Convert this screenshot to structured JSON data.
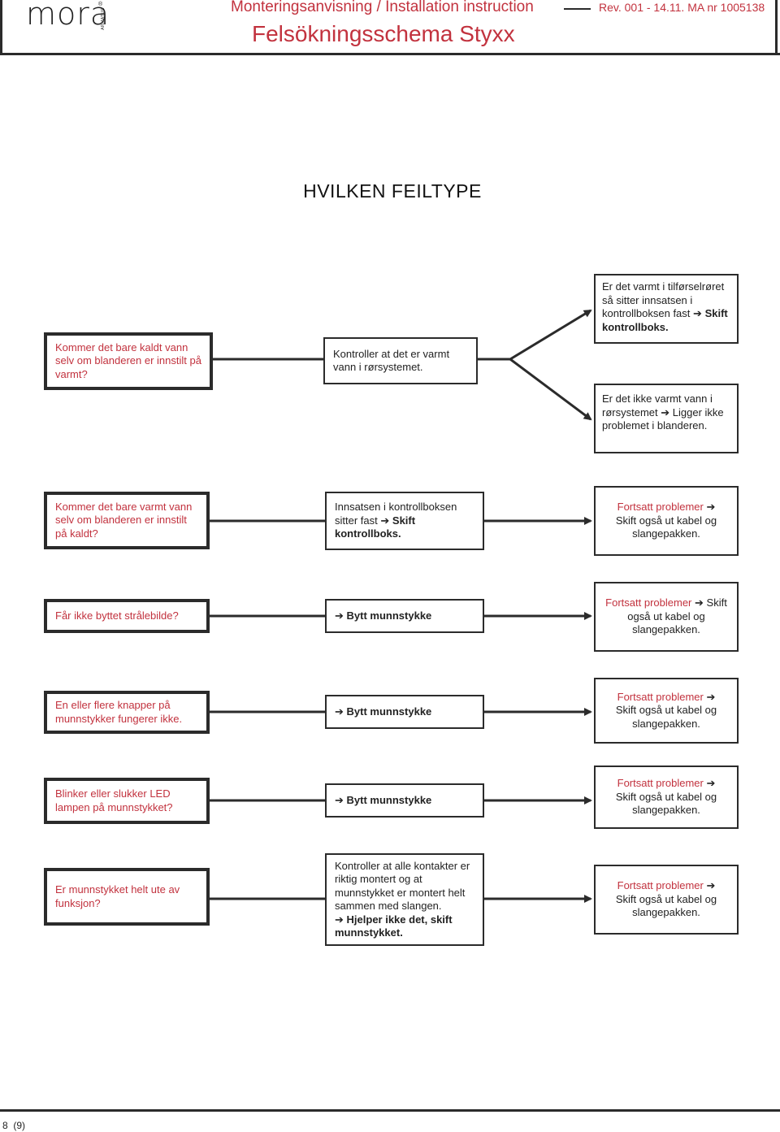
{
  "header": {
    "logo": "mora",
    "logo_sub": "ARMATUR",
    "logo_reg": "®",
    "title": "Monteringsanvisning / Installation instruction",
    "revision": "Rev. 001 - 14.11. MA nr 1005138",
    "subtitle": "Felsökningsschema Styxx"
  },
  "section_title": "HVILKEN FEILTYPE",
  "arrow_glyph": "➔",
  "rows": [
    {
      "question": "Kommer det bare kaldt vann selv om blanderen er innstilt på varmt?",
      "action": "Kontroller at det er varmt vann i rørsystemet.",
      "results": [
        {
          "normal": "Er det varmt i tilførselrøret så sitter innsatsen i kontrollboksen fast",
          "bold": "Skift kontrollboks."
        },
        {
          "normal": "Er det ikke varmt vann i rørsystemet",
          "normal2": "Ligger ikke problemet i blanderen."
        }
      ]
    },
    {
      "question": "Kommer det bare varmt vann selv om blanderen er innstilt på kaldt?",
      "action": "Innsatsen i kontrollboksen sitter fast",
      "action_bold": "Skift kontrollboks.",
      "result_red": "Fortsatt problemer",
      "result_text": "Skift også ut kabel og slangepakken."
    },
    {
      "question": "Får ikke byttet strålebilde?",
      "action_bold": "Bytt munnstykke",
      "result_red": "Fortsatt problemer",
      "result_text": "Skift også ut kabel og slangepakken."
    },
    {
      "question": "En eller flere knapper på munnstykker fungerer ikke.",
      "action_bold": "Bytt munnstykke",
      "result_red": "Fortsatt problemer",
      "result_text": "Skift også ut kabel og slangepakken."
    },
    {
      "question": "Blinker eller slukker LED lampen på munnstykket?",
      "action_bold": "Bytt munnstykke",
      "result_red": "Fortsatt problemer",
      "result_text": "Skift også ut kabel og slangepakken."
    },
    {
      "question": "Er munnstykket helt ute av funksjon?",
      "action": "Kontroller at alle kontakter er riktig montert og at munnstykket er montert helt sammen med slangen.",
      "action_bold": "Hjelper ikke det, skift munnstykket.",
      "result_red": "Fortsatt problemer",
      "result_text": "Skift også ut kabel og slangepakken."
    }
  ],
  "footer": {
    "page": "8",
    "total": "(9)"
  }
}
